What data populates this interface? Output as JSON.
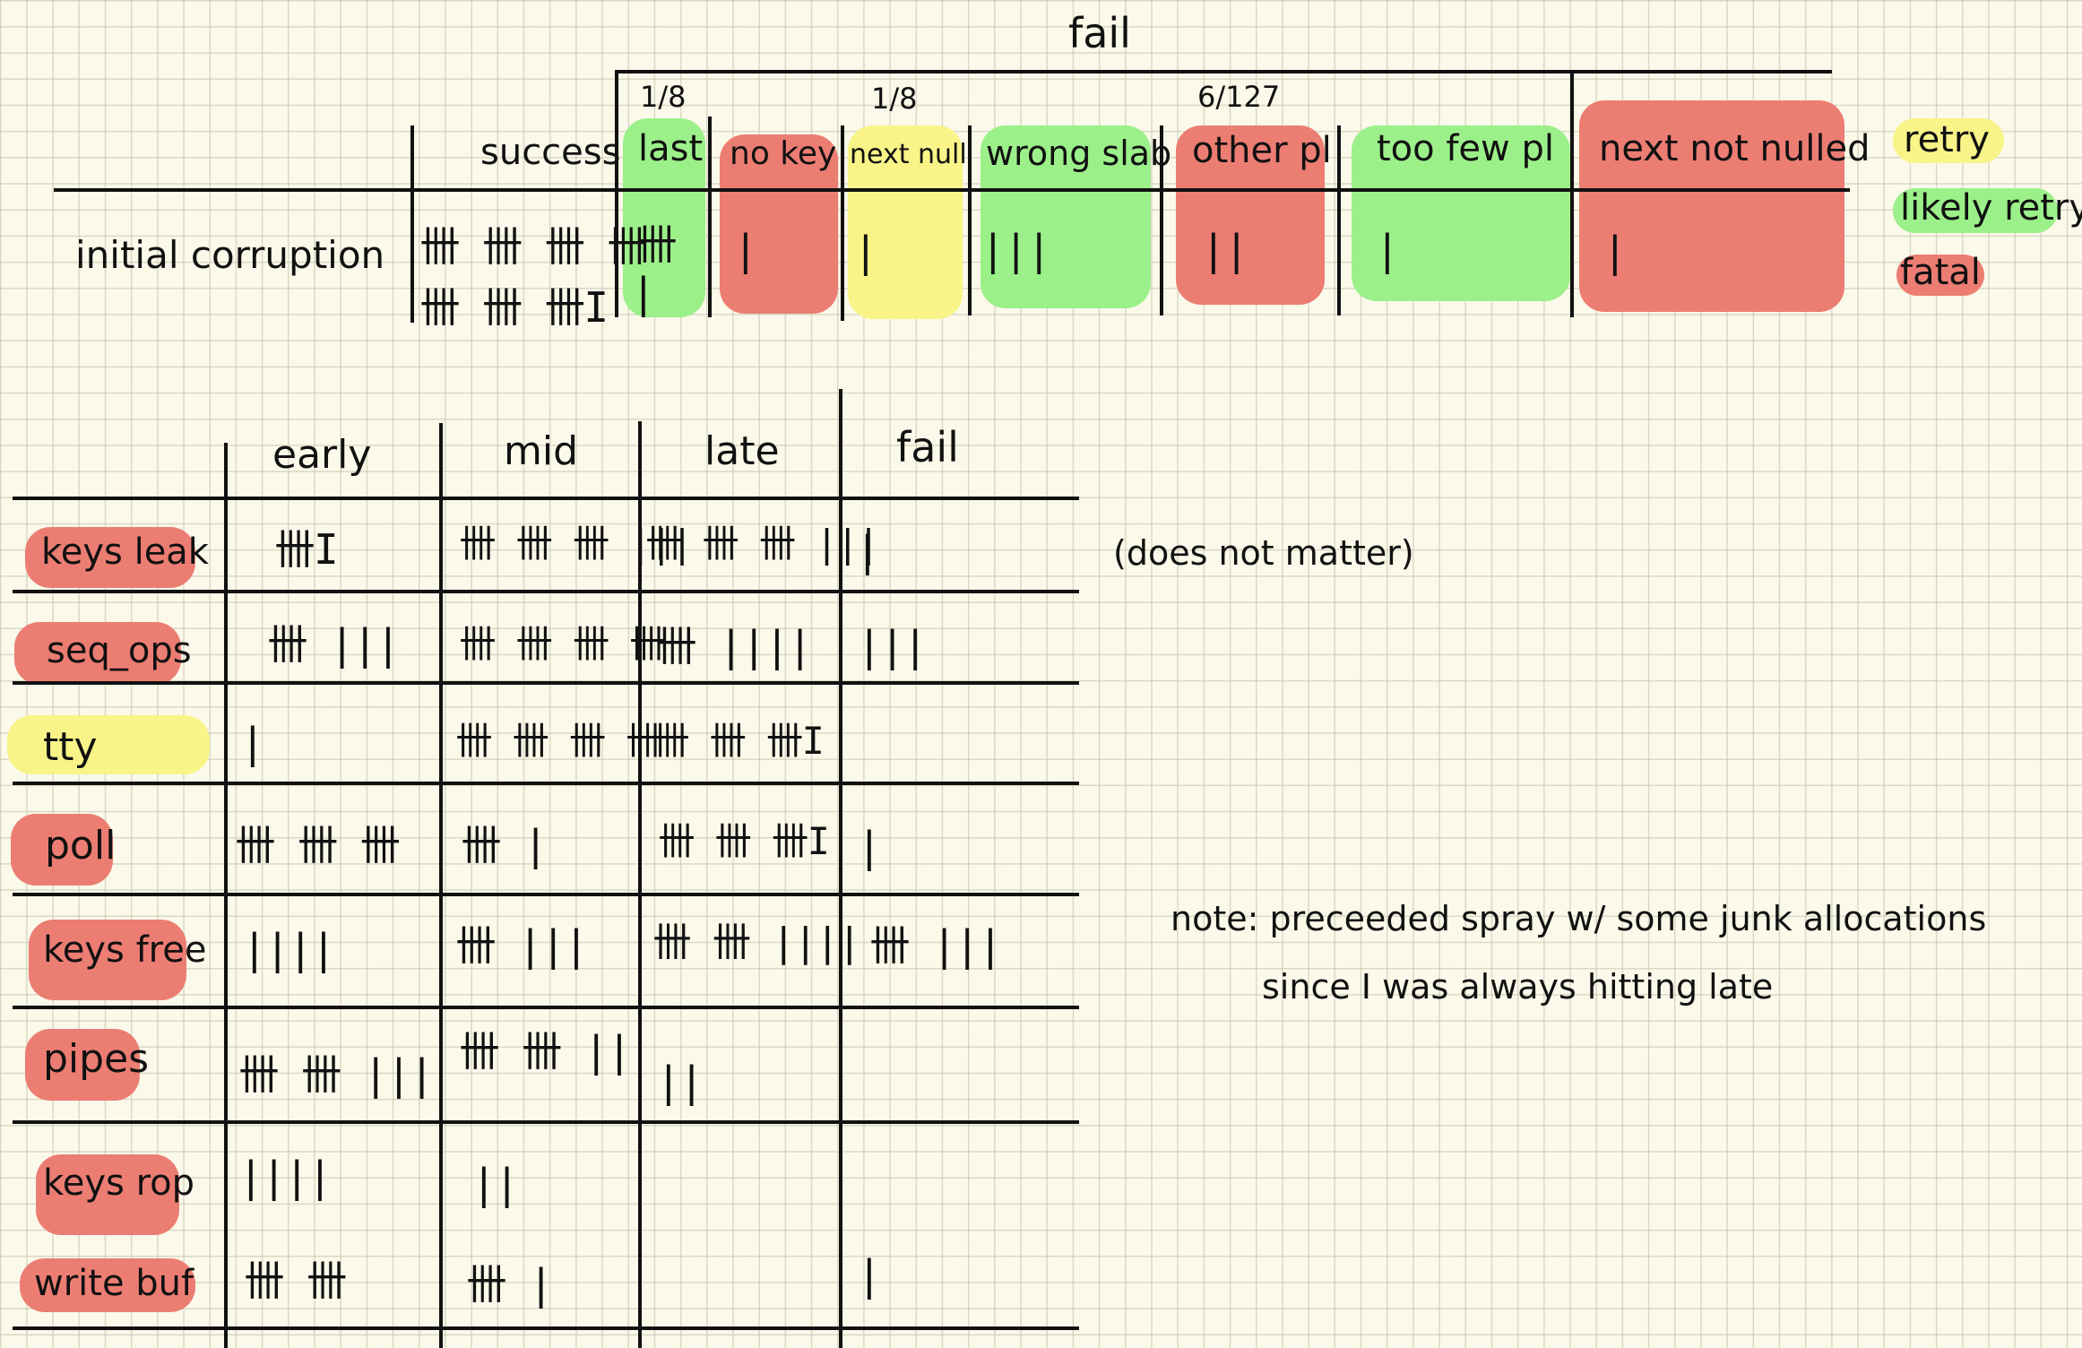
{
  "top": {
    "fail_title": "fail",
    "success_header": "success",
    "row_label": "initial corruption",
    "success_tally_line1": "卌 卌 卌 卌",
    "success_tally_line2": "卌 卌 卌I",
    "columns": [
      {
        "label": "last",
        "ratio": "1/8",
        "tally": "卌",
        "tally2": "|"
      },
      {
        "label": "no key",
        "ratio": "",
        "tally": "|",
        "tally2": ""
      },
      {
        "label": "next null",
        "ratio": "1/8",
        "tally": "|",
        "tally2": ""
      },
      {
        "label": "wrong slab",
        "ratio": "",
        "tally": "|||",
        "tally2": ""
      },
      {
        "label": "other pl",
        "ratio": "6/127",
        "tally": "||",
        "tally2": ""
      },
      {
        "label": "too few pl",
        "ratio": "",
        "tally": "|",
        "tally2": ""
      },
      {
        "label": "next not nulled",
        "ratio": "",
        "tally": "|",
        "tally2": ""
      }
    ]
  },
  "legend": {
    "retry": "retry",
    "likely_retry": "likely retry",
    "fatal": "fatal",
    "colors": {
      "retry": "#f8f488",
      "likely_retry": "#9cf08a",
      "fatal": "#ec7d73"
    }
  },
  "table": {
    "headers": [
      "early",
      "mid",
      "late",
      "fail"
    ],
    "rows": [
      {
        "label": "keys leak",
        "color": "red",
        "early": "卌I",
        "mid": "卌 卌 卌 |||",
        "late": "卌 卌 卌 |||",
        "fail": "|"
      },
      {
        "label": "seq_ops",
        "color": "red",
        "early": "卌 |||",
        "mid": "卌 卌 卌 卌",
        "late": "卌 ||||",
        "fail": "|||"
      },
      {
        "label": "tty",
        "color": "yellow",
        "early": "|",
        "mid": "卌 卌 卌 卌",
        "late": "卌 卌 卌I",
        "fail": ""
      },
      {
        "label": "poll",
        "color": "red",
        "early": "卌 卌 卌",
        "mid": "卌 |",
        "late": "卌 卌 卌I",
        "fail": "|"
      },
      {
        "label": "keys free",
        "color": "red",
        "early": "||||",
        "mid": "卌 |||",
        "late": "卌 卌 ||||",
        "fail": "卌 |||"
      },
      {
        "label": "pipes",
        "color": "red",
        "early": "卌 卌 |||",
        "mid": "卌 卌 ||",
        "late": "||",
        "fail": ""
      },
      {
        "label": "keys rop",
        "color": "red",
        "early": "||||",
        "mid": "||",
        "late": "",
        "fail": ""
      },
      {
        "label": "write buf",
        "color": "red",
        "early": "卌 卌",
        "mid": "卌 |",
        "late": "",
        "fail": "|"
      }
    ]
  },
  "notes": {
    "does_not_matter": "(does not matter)",
    "note_line1": "note: preceeded spray w/ some junk allocations",
    "note_line2": "since I was always hitting late"
  }
}
